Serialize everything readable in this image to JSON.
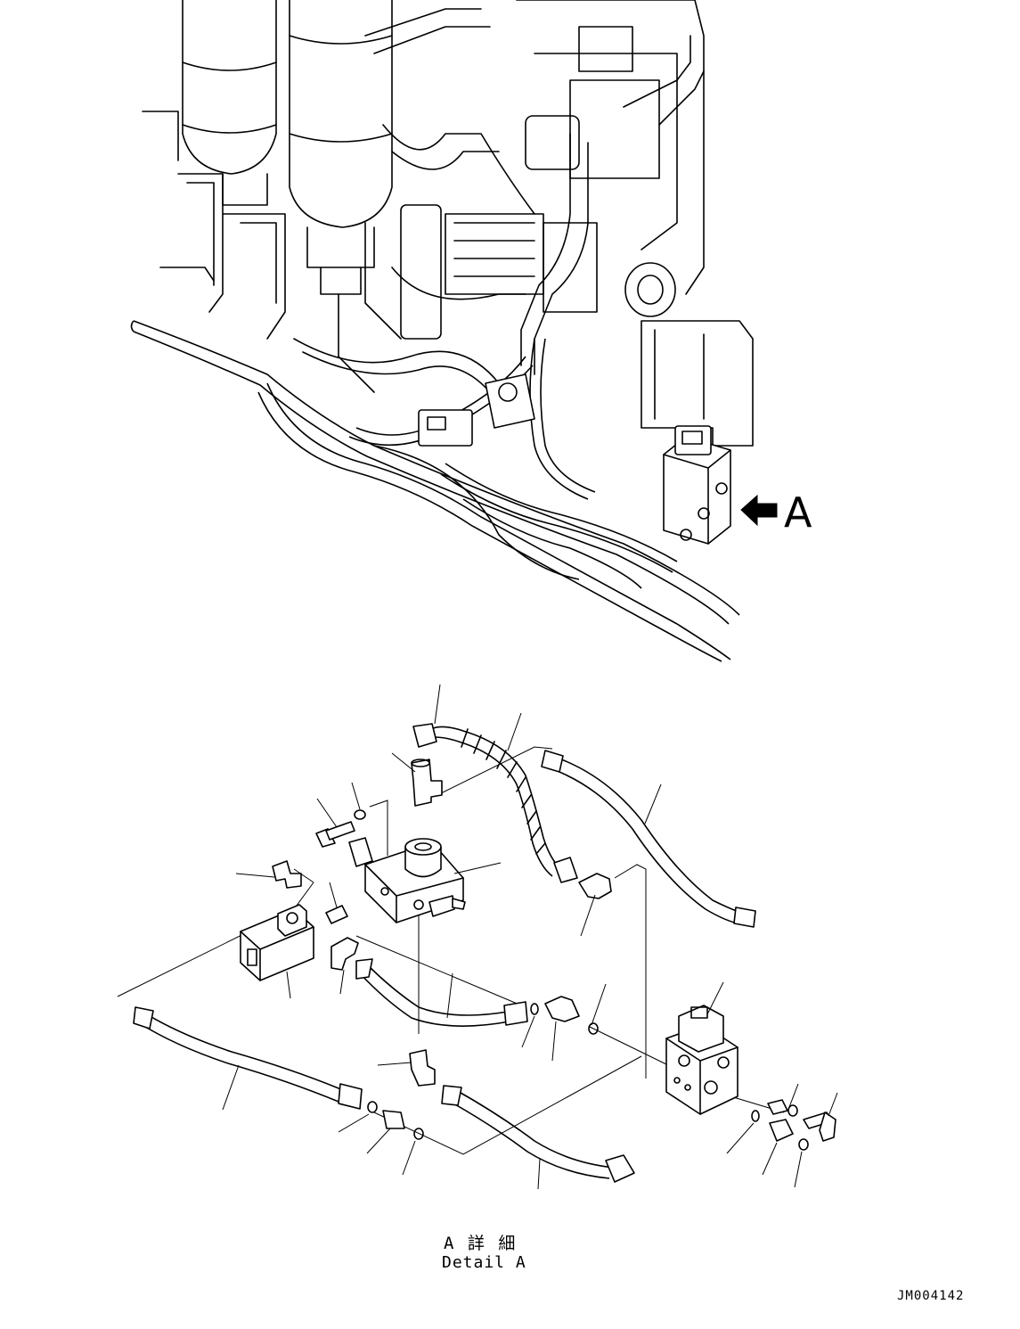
{
  "callout": {
    "letter": "A"
  },
  "detail": {
    "title_jp": "A 詳 細",
    "title_en": "Detail A"
  },
  "drawing_number": "JM004142"
}
